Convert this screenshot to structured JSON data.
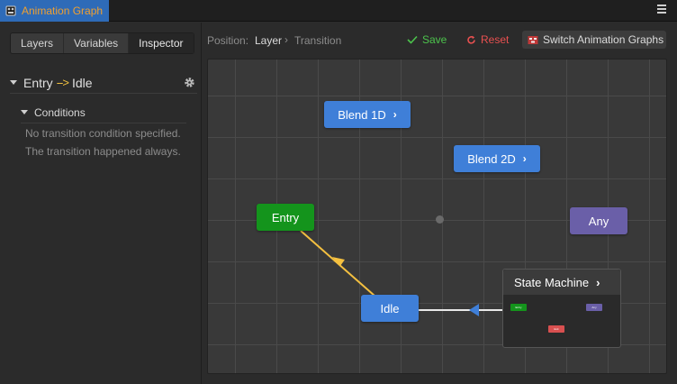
{
  "window": {
    "title": "Animation Graph"
  },
  "tabs": [
    {
      "label": "Layers",
      "active": false
    },
    {
      "label": "Variables",
      "active": false
    },
    {
      "label": "Inspector",
      "active": true
    }
  ],
  "inspector": {
    "transition": {
      "from": "Entry",
      "arrow": "-->",
      "to": "Idle"
    },
    "conditions": {
      "label": "Conditions",
      "lines": [
        "No transition condition specified.",
        "The transition happened always."
      ]
    }
  },
  "toolbar": {
    "position_label": "Position:",
    "breadcrumb": [
      "Layer",
      "Transition"
    ],
    "breadcrumb_sep": "›",
    "save_label": "Save",
    "reset_label": "Reset",
    "switch_label": "Switch Animation Graphs"
  },
  "graph": {
    "nodes": {
      "blend1d": "Blend 1D",
      "blend2d": "Blend 2D",
      "entry": "Entry",
      "any": "Any",
      "idle": "Idle",
      "state_machine": "State Machine"
    },
    "mini_nodes": {
      "entry": "Entry",
      "any": "Any",
      "exit": "Exit"
    },
    "chevron": "›"
  },
  "colors": {
    "accent_tab": "#2e6bb8",
    "title_text": "#f0a030",
    "save": "#4cc34c",
    "reset": "#e85050",
    "node_blue": "#3f7fd8",
    "node_green": "#14941c",
    "node_purple": "#6a5fa8",
    "transition_arrow": "#f4c040",
    "link_arrow": "#3f7fd8"
  },
  "icons": {
    "app": "animation-graph-icon",
    "menu": "hamburger-menu-icon",
    "gear": "gear-icon",
    "save": "checkmark-icon",
    "reset": "refresh-icon",
    "switch": "switch-graph-icon"
  }
}
